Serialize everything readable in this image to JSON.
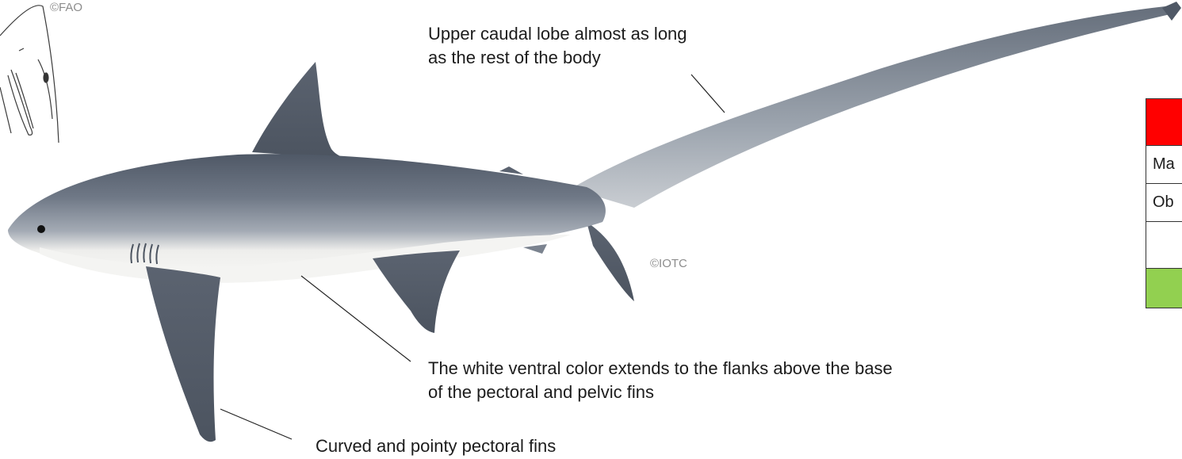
{
  "credits": {
    "fao": "©FAO",
    "iotc": "©IOTC"
  },
  "annotations": {
    "tail": [
      "Upper caudal lobe almost as long",
      "as the rest of the body"
    ],
    "ventral": [
      "The white ventral color extends to the flanks above the base",
      "of the pectoral and pelvic fins"
    ],
    "pectoral": "Curved and pointy pectoral fins"
  },
  "side_table": {
    "rows": [
      {
        "text": "",
        "color": "#ff0000"
      },
      {
        "text": "Ma",
        "color": "#ffffff"
      },
      {
        "text": "Ob",
        "color": "#ffffff"
      },
      {
        "text": "",
        "color": "#ffffff"
      },
      {
        "text": "",
        "color": "#92d050"
      }
    ]
  },
  "colors": {
    "shark_dorsal": "#5c6573",
    "shark_flank": "#9aa2ad",
    "shark_belly": "#f4f4f2",
    "fin": "#5e6672",
    "leader_line": "#222222"
  }
}
